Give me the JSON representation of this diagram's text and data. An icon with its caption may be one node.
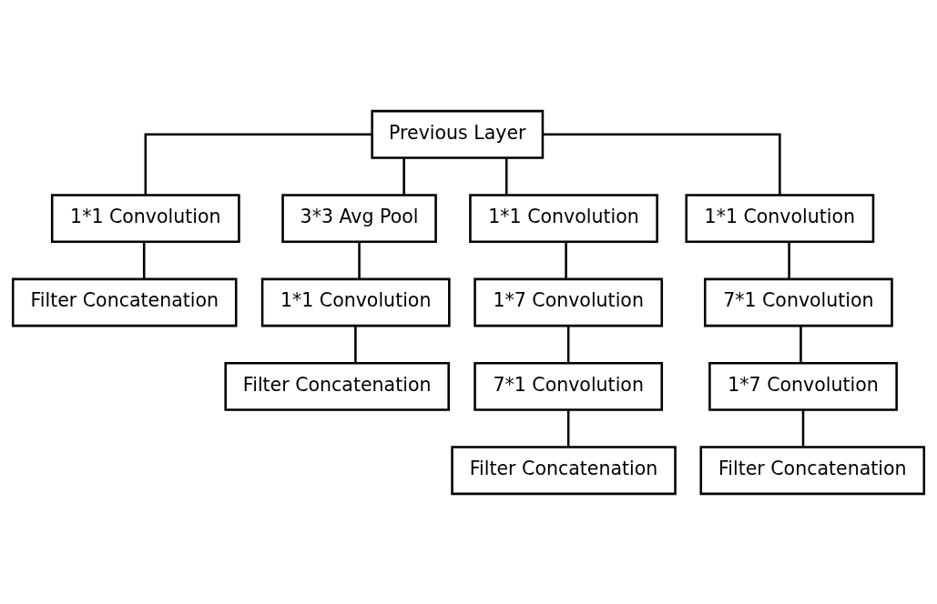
{
  "diagram": {
    "nodes": [
      {
        "text": [
          "Previous Layer"
        ]
      },
      {
        "text": [
          "1*1 Convolution"
        ]
      },
      {
        "text": [
          "3*3 Avg Pool"
        ]
      },
      {
        "text": [
          "1*1 Convolution"
        ]
      },
      {
        "text": [
          "1*1 Convolution"
        ]
      },
      {
        "text": [
          "Filter Concatenation"
        ]
      },
      {
        "text": [
          "1*1 Convolution"
        ]
      },
      {
        "text": [
          "1*7 Convolution"
        ]
      },
      {
        "text": [
          "7*1 Convolution"
        ]
      },
      {
        "text": [
          "Filter Concatenation"
        ]
      },
      {
        "text": [
          "7*1 Convolution"
        ]
      },
      {
        "text": [
          "1*7 Convolution"
        ]
      },
      {
        "text": [
          "Filter Concatenation"
        ]
      },
      {
        "text": [
          "Filter Concatenation"
        ]
      }
    ],
    "edges": [
      {
        "from": 0,
        "to": 1,
        "arrow": "none"
      },
      {
        "from": 0,
        "to": 2,
        "arrow": "none"
      },
      {
        "from": 0,
        "to": 3,
        "arrow": "none"
      },
      {
        "from": 0,
        "to": 4,
        "arrow": "none"
      },
      {
        "from": 1,
        "to": 5,
        "arrow": "none"
      },
      {
        "from": 2,
        "to": 6,
        "arrow": "none"
      },
      {
        "from": 3,
        "to": 7,
        "arrow": "none"
      },
      {
        "from": 4,
        "to": 8,
        "arrow": "none"
      },
      {
        "from": 6,
        "to": 9,
        "arrow": "none"
      },
      {
        "from": 7,
        "to": 10,
        "arrow": "none"
      },
      {
        "from": 8,
        "to": 11,
        "arrow": "none"
      },
      {
        "from": 10,
        "to": 12,
        "arrow": "none"
      },
      {
        "from": 11,
        "to": 13,
        "arrow": "none"
      }
    ]
  }
}
